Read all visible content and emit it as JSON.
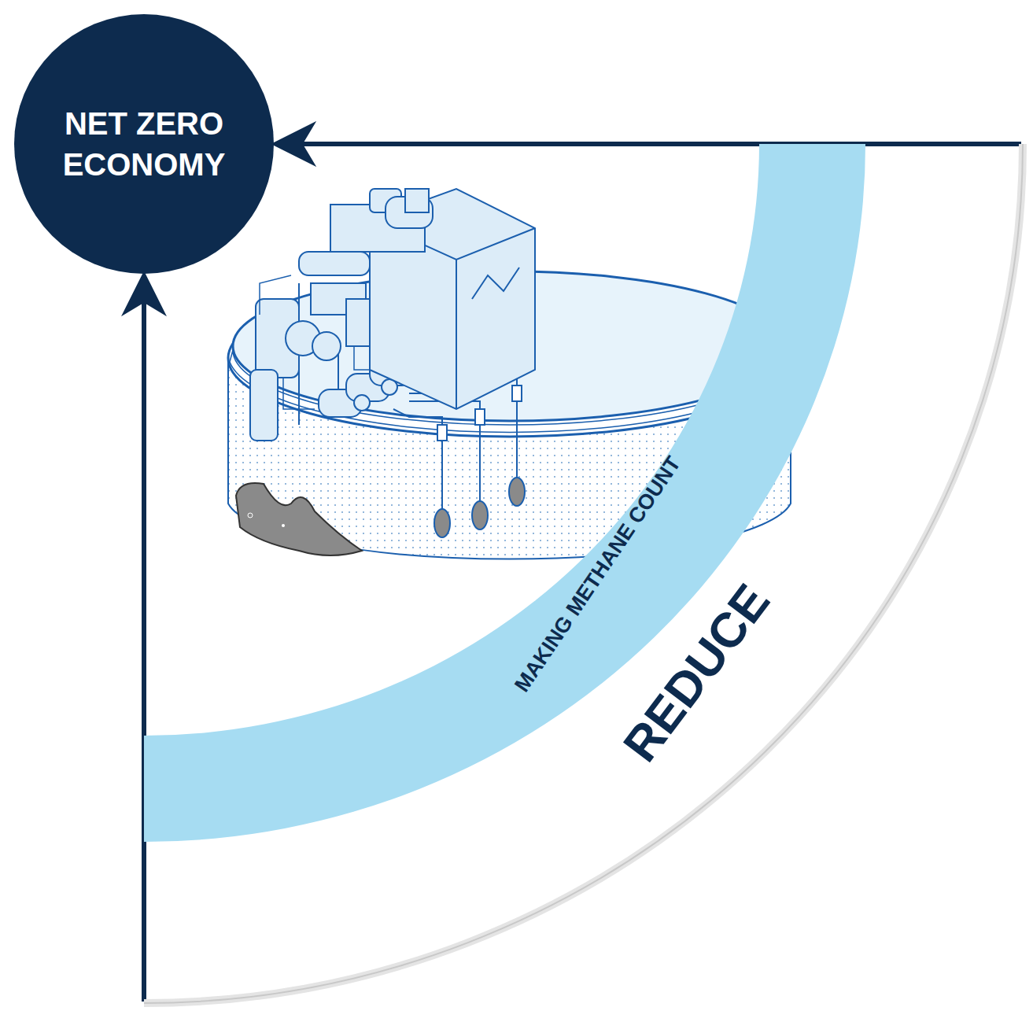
{
  "diagram": {
    "nodes": [
      {
        "text": [
          "NET ZERO ECONOMY"
        ]
      },
      {
        "text": [
          "REDUCE"
        ]
      },
      {
        "text": [
          "MAKING METHANE COUNT"
        ],
        "in": 1
      }
    ],
    "edges": [
      {
        "from": 1,
        "to": 0,
        "arrow": "to"
      },
      {
        "from": 1,
        "to": 0,
        "arrow": "to"
      }
    ]
  }
}
